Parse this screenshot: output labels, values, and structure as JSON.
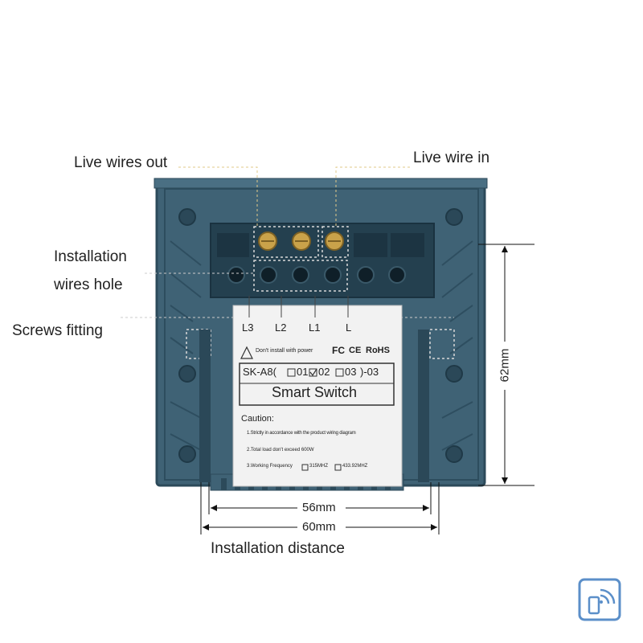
{
  "labels": {
    "live_wires_out": "Live wires out",
    "live_wire_in": "Live wire in",
    "installation_line1": "Installation",
    "installation_line2": "wires hole",
    "screws_fitting": "Screws fitting",
    "installation_distance": "Installation distance"
  },
  "dimensions": {
    "inner_width": "56mm",
    "outer_width": "60mm",
    "height": "62mm"
  },
  "terminals": [
    "L3",
    "L2",
    "L1",
    "L"
  ],
  "sticker": {
    "warning": "Don't install with power",
    "fc": "FC",
    "ce": "CE",
    "rohs": "RoHS",
    "model_prefix": "SK-A8(",
    "model_opt1": "01",
    "model_opt2": "02",
    "model_opt3": "03",
    "model_suffix": ")-03",
    "product_name": "Smart Switch",
    "caution_title": "Caution:",
    "caution_1": "1.Strictly in accordance with the product wiring diagram",
    "caution_2": "2.Total load don't exceed 600W",
    "caution_3_prefix": "3.Working Frequency",
    "freq_1": "315MHZ",
    "freq_2": "433.92MHZ"
  },
  "icons": {
    "remote": "remote-control-wireless-icon"
  },
  "colors": {
    "panel": "#3f6275",
    "panel_dark": "#2c4a5a",
    "remote_icon": "#5b8fc9",
    "brass": "#c9a24a"
  }
}
